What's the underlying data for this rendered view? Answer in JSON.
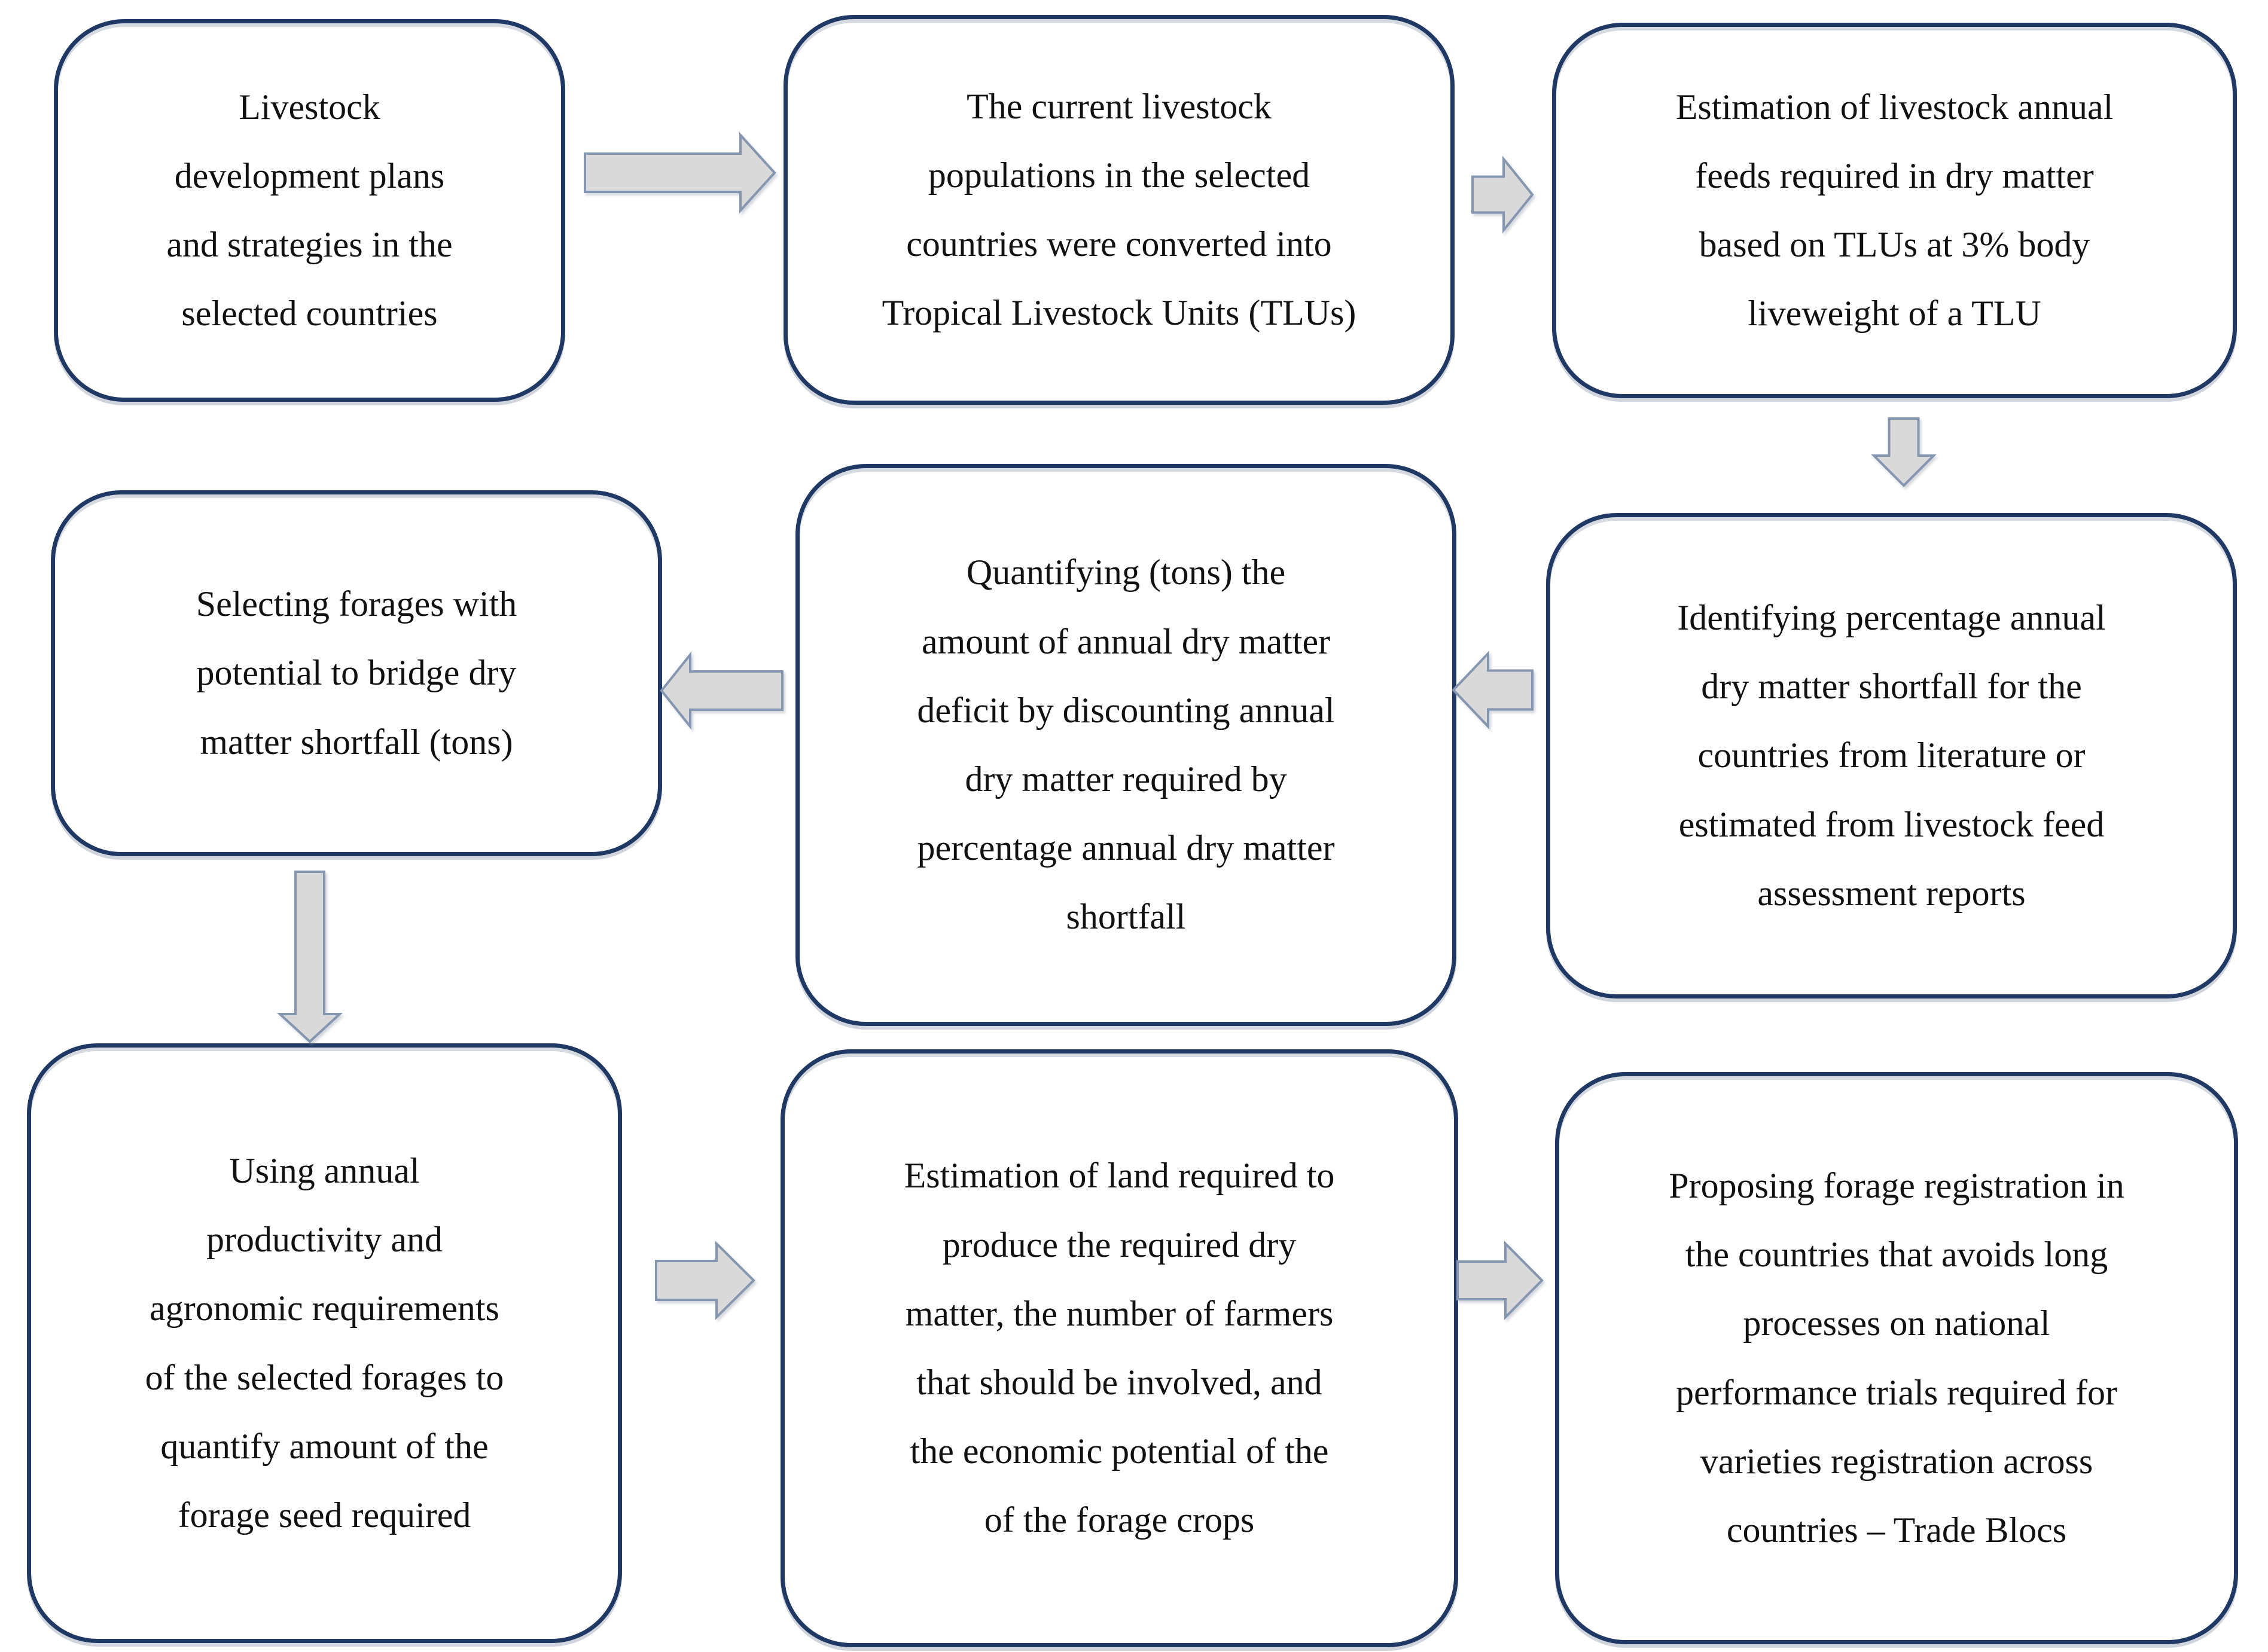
{
  "figure": {
    "type": "flowchart",
    "background": "#ffffff"
  },
  "colors": {
    "box_border": "#1f3864",
    "box_fill": "#ffffff",
    "arrow_fill": "#d9d9d9",
    "arrow_outline": "#8496b0",
    "text": "#111111"
  },
  "boxes": [
    {
      "id": 1,
      "text": "Livestock\ndevelopment plans\nand strategies in the\nselected countries"
    },
    {
      "id": 2,
      "text": "The current livestock\npopulations in the selected\ncountries were converted into\nTropical Livestock Units (TLUs)"
    },
    {
      "id": 3,
      "text": "Estimation of livestock annual\nfeeds required in dry matter\nbased on TLUs at 3% body\nliveweight of a TLU"
    },
    {
      "id": 4,
      "text": "Selecting forages with\npotential to bridge dry\nmatter shortfall (tons)"
    },
    {
      "id": 5,
      "text": "Quantifying (tons) the\namount of annual dry matter\ndeficit by discounting annual\ndry matter required by\npercentage annual dry matter\nshortfall"
    },
    {
      "id": 6,
      "text": "Identifying percentage annual\ndry matter shortfall for the\ncountries from literature or\nestimated from livestock feed\nassessment reports"
    },
    {
      "id": 7,
      "text": "Using annual\nproductivity and\nagronomic requirements\nof the selected forages to\nquantify amount of the\nforage seed required"
    },
    {
      "id": 8,
      "text": "Estimation of land required to\nproduce the required dry\nmatter, the number of farmers\nthat should be involved, and\nthe economic potential of the\nof the forage crops"
    },
    {
      "id": 9,
      "text": "Proposing forage registration in\nthe countries that avoids long\nprocesses on national\nperformance trials required for\nvarieties registration across\ncountries – Trade Blocs"
    }
  ],
  "arrows": [
    {
      "from": 1,
      "to": 2,
      "direction": "right"
    },
    {
      "from": 2,
      "to": 3,
      "direction": "right"
    },
    {
      "from": 3,
      "to": 6,
      "direction": "down"
    },
    {
      "from": 6,
      "to": 5,
      "direction": "left"
    },
    {
      "from": 5,
      "to": 4,
      "direction": "left"
    },
    {
      "from": 4,
      "to": 7,
      "direction": "down"
    },
    {
      "from": 7,
      "to": 8,
      "direction": "right"
    },
    {
      "from": 8,
      "to": 9,
      "direction": "right"
    }
  ]
}
